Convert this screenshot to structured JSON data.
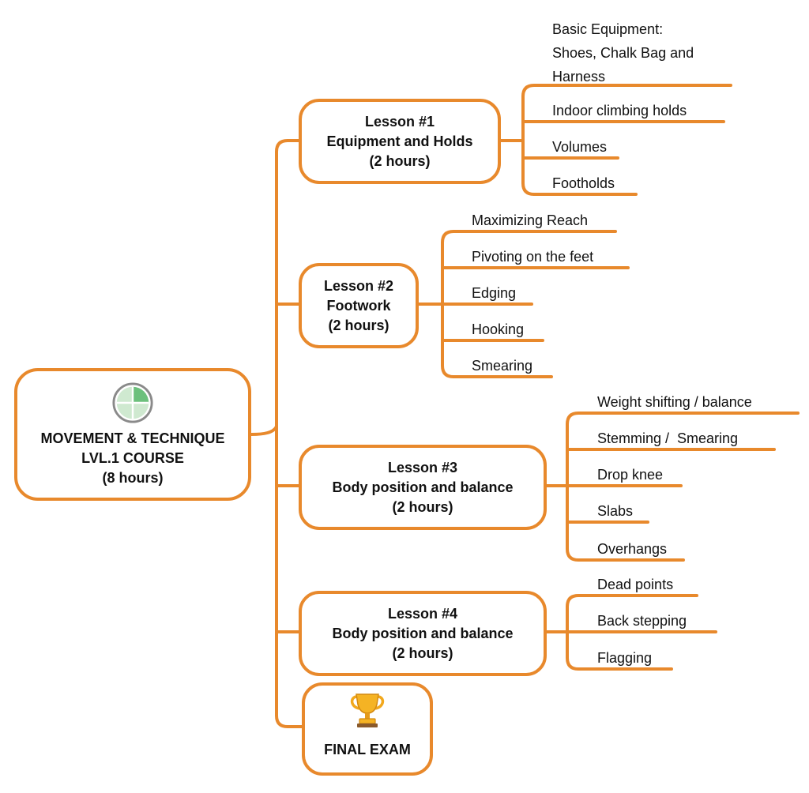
{
  "diagram": {
    "accent_color": "#E8892C",
    "root": {
      "icon": "quadrant-chart-icon",
      "lines": [
        "MOVEMENT & TECHNIQUE",
        "LVL.1 COURSE",
        "(8 hours)"
      ]
    },
    "lessons": [
      {
        "lines": [
          "Lesson #1",
          "Equipment and Holds",
          "(2 hours)"
        ],
        "topics": [
          [
            "Basic Equipment:",
            "Shoes, Chalk Bag and",
            "Harness"
          ],
          [
            "Indoor climbing holds"
          ],
          [
            "Volumes"
          ],
          [
            "Footholds"
          ]
        ]
      },
      {
        "lines": [
          "Lesson #2",
          "Footwork",
          "(2 hours)"
        ],
        "topics": [
          [
            "Maximizing Reach"
          ],
          [
            "Pivoting on the feet"
          ],
          [
            "Edging"
          ],
          [
            "Hooking"
          ],
          [
            "Smearing"
          ]
        ]
      },
      {
        "lines": [
          "Lesson #3",
          "Body position and balance",
          "(2 hours)"
        ],
        "topics": [
          [
            "Weight shifting / balance"
          ],
          [
            "Stemming /  Smearing"
          ],
          [
            "Drop knee"
          ],
          [
            "Slabs"
          ],
          [
            "Overhangs"
          ]
        ]
      },
      {
        "lines": [
          "Lesson #4",
          "Body position and balance",
          "(2 hours)"
        ],
        "topics": [
          [
            "Dead points"
          ],
          [
            "Back stepping"
          ],
          [
            "Flagging"
          ]
        ]
      }
    ],
    "final": {
      "icon": "trophy-icon",
      "label": "FINAL EXAM"
    }
  }
}
